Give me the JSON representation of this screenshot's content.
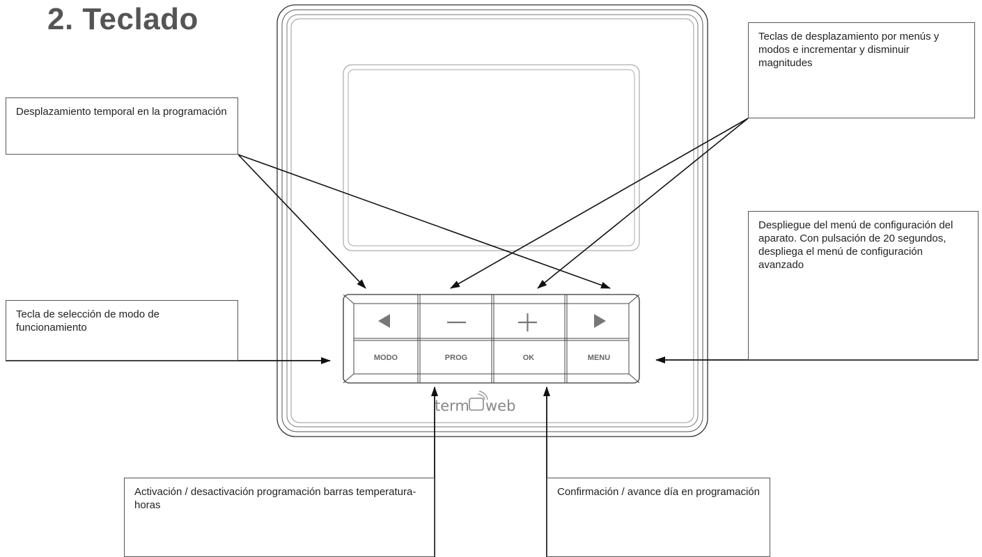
{
  "title": "2. Teclado",
  "callouts": {
    "temporal": "Desplazamiento temporal en la programación",
    "desplazamiento": "Teclas de desplazamiento por menús y modos e incrementar y disminuir magnitudes",
    "modo": "Tecla de selección de modo de funcionamiento",
    "menu": "Despliegue del menú de configuración del aparato. Con pulsación de 20 segundos, despliega el menú de configuración avanzado",
    "prog": "Activación / desactivación programación barras temperatura-horas",
    "ok": "Confirmación / avance día en programación"
  },
  "keys": {
    "top": [
      "◄",
      "—",
      "+",
      "►"
    ],
    "bottom": [
      "MODO",
      "PROG",
      "OK",
      "MENU"
    ]
  },
  "brand": "term◻web"
}
